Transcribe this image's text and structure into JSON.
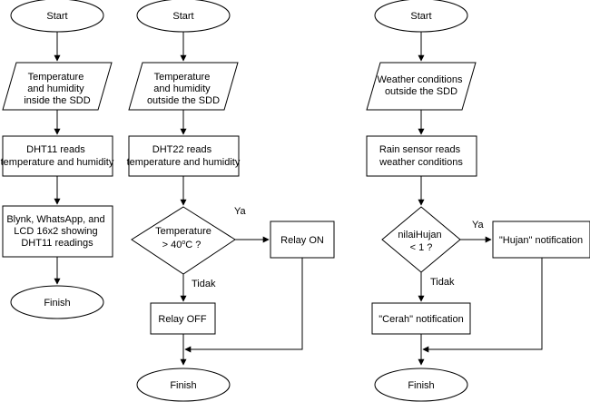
{
  "flowcharts": [
    {
      "nodes": {
        "start": "Start",
        "input": [
          "Temperature",
          "and humidity",
          "inside the SDD"
        ],
        "read": [
          "DHT11 reads",
          "temperature and humidity"
        ],
        "output": [
          "Blynk, WhatsApp, and",
          "LCD 16x2 showing",
          "DHT11 readings"
        ],
        "finish": "Finish"
      }
    },
    {
      "nodes": {
        "start": "Start",
        "input": [
          "Temperature",
          "and humidity",
          "outside the SDD"
        ],
        "read": [
          "DHT22 reads",
          "temperature and humidity"
        ],
        "decision": {
          "line1": "Temperature",
          "line2_prefix": "> 40",
          "superscript": "o",
          "line2_suffix": "C ?"
        },
        "yes_action": "Relay ON",
        "no_action": "Relay OFF",
        "finish": "Finish"
      },
      "edge_labels": {
        "yes": "Ya",
        "no": "Tidak"
      }
    },
    {
      "nodes": {
        "start": "Start",
        "input": [
          "Weather conditions",
          "outside the SDD"
        ],
        "read": [
          "Rain sensor reads",
          "weather conditions"
        ],
        "decision": [
          "nilaiHujan",
          "< 1 ?"
        ],
        "yes_action": "\"Hujan\" notification",
        "no_action": "\"Cerah\" notification",
        "finish": "Finish"
      },
      "edge_labels": {
        "yes": "Ya",
        "no": "Tidak"
      }
    }
  ]
}
